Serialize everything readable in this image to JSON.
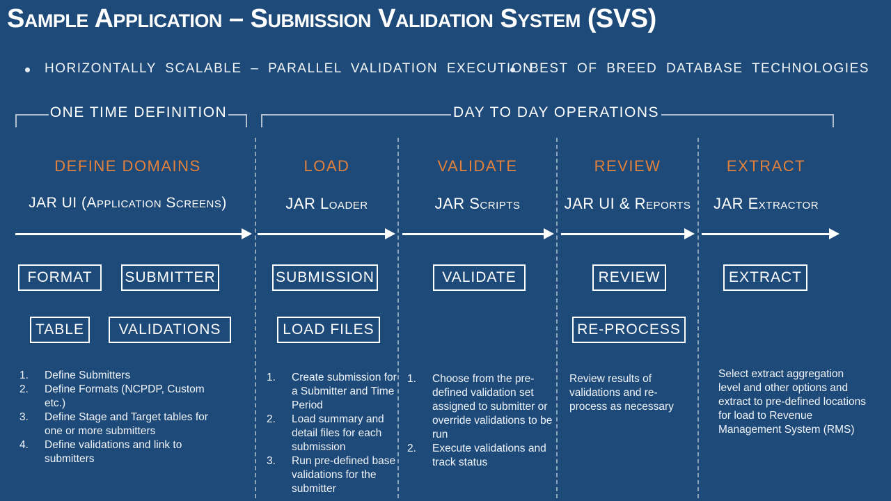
{
  "colors": {
    "background": "#1E4A79",
    "accent_orange": "#E2813B",
    "text_white": "#FFFFFF",
    "bracket_line": "#B3C1CF",
    "dashed_divider": "#8FA6BA"
  },
  "title": "Sample Application – Submission Validation System (SVS)",
  "bullets": [
    {
      "label": "HORIZONTALLY SCALABLE – PARALLEL VALIDATION EXECUTION"
    },
    {
      "label": "BEST OF BREED DATABASE TECHNOLOGIES"
    }
  ],
  "sections": {
    "one_time": "ONE TIME DEFINITION",
    "day_to_day": "DAY TO DAY OPERATIONS"
  },
  "columns": [
    {
      "header": "DEFINE DOMAINS",
      "subheader": "JAR UI (Application Screens)",
      "steps": [
        {
          "n": "1.",
          "text": "Define Submitters"
        },
        {
          "n": "2.",
          "text": "Define Formats (NCPDP, Custom etc.)"
        },
        {
          "n": "3.",
          "text": "Define Stage and Target tables for one or more submitters"
        },
        {
          "n": "4.",
          "text": "Define validations and link to submitters"
        }
      ]
    },
    {
      "header": "LOAD",
      "subheader": "JAR Loader",
      "steps": [
        {
          "n": "1.",
          "text": "Create submission for a Submitter and Time Period"
        },
        {
          "n": "2.",
          "text": "Load summary and detail files for each submission"
        },
        {
          "n": "3.",
          "text": "Run pre-defined base validations for the submitter"
        }
      ]
    },
    {
      "header": "VALIDATE",
      "subheader": "JAR Scripts",
      "steps": [
        {
          "n": "1.",
          "text": "Choose from the pre-defined validation set assigned to submitter or override validations to be run"
        },
        {
          "n": "2.",
          "text": "Execute validations and track status"
        }
      ]
    },
    {
      "header": "REVIEW",
      "subheader": "JAR UI & Reports",
      "note": "Review results of validations and re-process as necessary"
    },
    {
      "header": "EXTRACT",
      "subheader": "JAR Extractor",
      "note": "Select extract aggregation level and other options and extract to pre-defined locations for load to Revenue Management System (RMS)"
    }
  ],
  "boxes": {
    "format": "FORMAT",
    "submitter": "SUBMITTER",
    "table": "TABLE",
    "validations": "VALIDATIONS",
    "submission": "SUBMISSION",
    "load_files": "LOAD FILES",
    "validate": "VALIDATE",
    "review": "REVIEW",
    "re_process": "RE-PROCESS",
    "extract": "EXTRACT"
  }
}
